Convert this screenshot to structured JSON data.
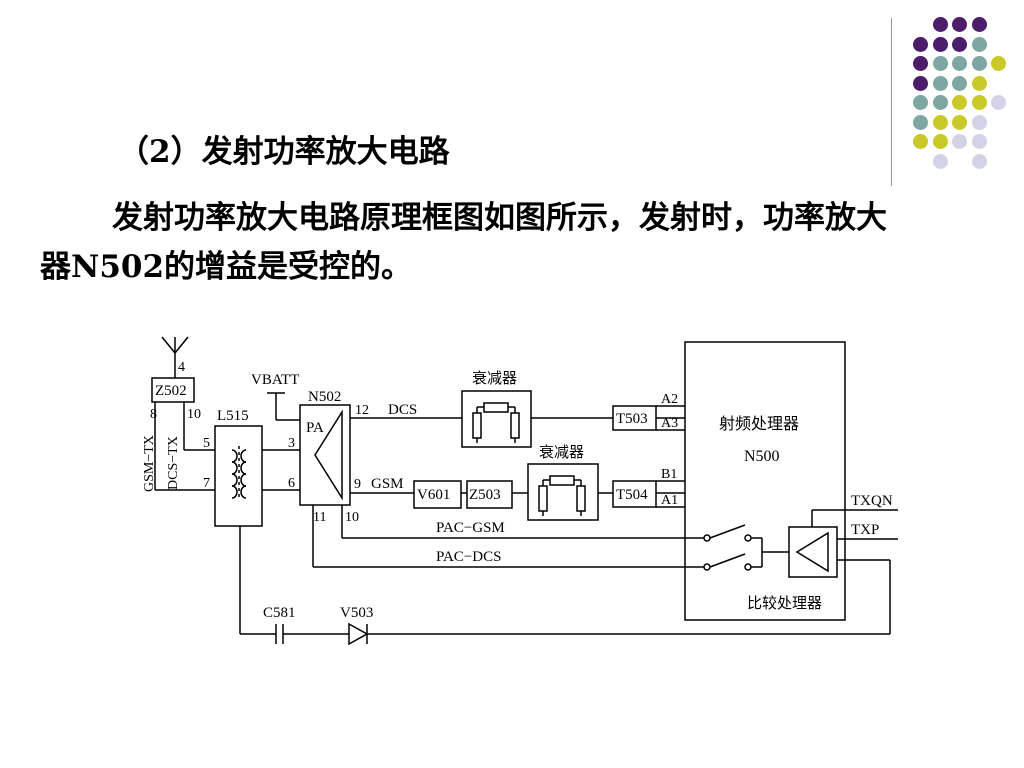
{
  "slide": {
    "heading": "（2）发射功率放大电路",
    "paragraph_line1": "发射功率放大电路原理框图如图所示，发射时，功率放大",
    "paragraph_line2": "器N502的增益是受控的。"
  },
  "decor": {
    "colors": {
      "purple": "#4b1d6b",
      "teal": "#7ea7a3",
      "yellow": "#c9c92a",
      "lavender": "#d4d2e6"
    }
  },
  "diagram": {
    "z502": "Z502",
    "antenna_pin": "4",
    "z502_pin_8": "8",
    "z502_pin_10": "10",
    "gsm_tx": "GSM−TX",
    "dcs_tx": "DCS−TX",
    "l515": "L515",
    "l515_pin_5": "5",
    "l515_pin_7": "7",
    "vbatt": "VBATT",
    "n502": "N502",
    "pa": "PA",
    "n502_pin_3": "3",
    "n502_pin_6": "6",
    "n502_pin_12": "12",
    "n502_pin_9": "9",
    "n502_pin_11": "11",
    "n502_pin_10": "10",
    "dcs_net": "DCS",
    "gsm_net": "GSM",
    "attenuator_top": "衰减器",
    "attenuator_bottom": "衰减器",
    "v601": "V601",
    "z503": "Z503",
    "t503": "T503",
    "t504": "T504",
    "a2": "A2",
    "a3": "A3",
    "b1": "B1",
    "a1": "A1",
    "rf_processor": "射频处理器",
    "n500": "N500",
    "pac_gsm": "PAC−GSM",
    "pac_dcs": "PAC−DCS",
    "txqn": "TXQN",
    "txp": "TXP",
    "comparator": "比较处理器",
    "c581": "C581",
    "v503": "V503"
  }
}
